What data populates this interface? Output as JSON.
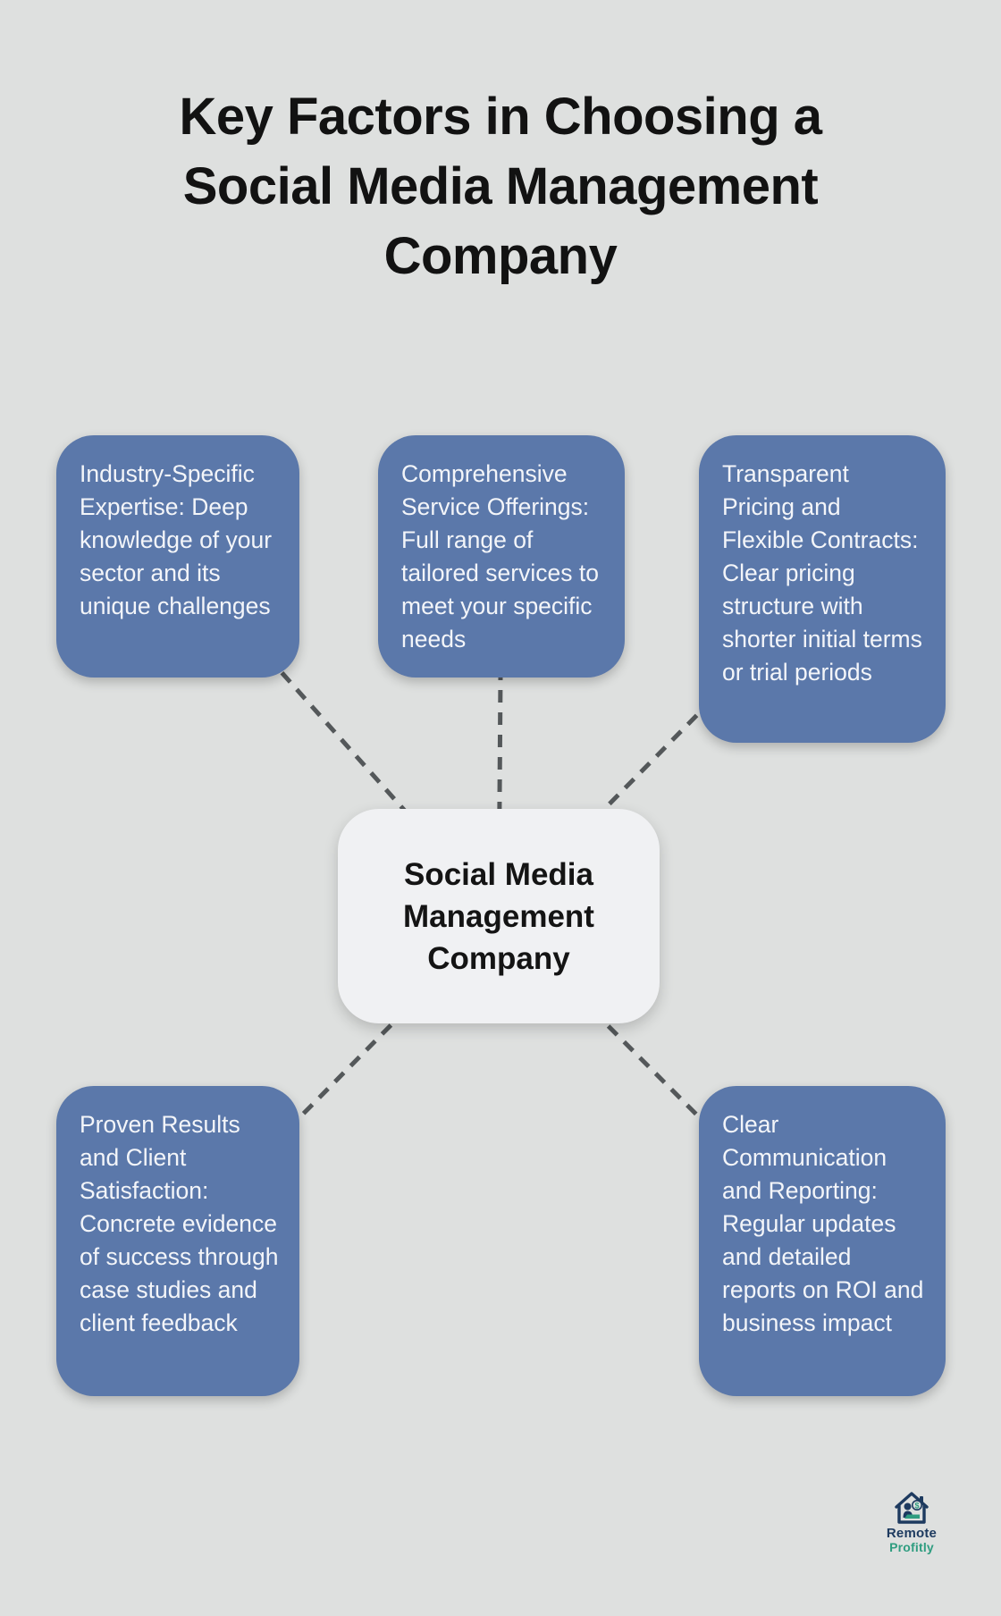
{
  "title": "Key Factors in Choosing a Social Media Management Company",
  "center": {
    "label": "Social Media Management Company"
  },
  "factors": [
    {
      "id": "industry",
      "text": "Industry-Specific Expertise: Deep knowledge of your sector and its unique challenges"
    },
    {
      "id": "services",
      "text": "Comprehensive Service Offerings: Full range of tailored services to meet your specific needs"
    },
    {
      "id": "pricing",
      "text": "Transparent Pricing and Flexible Contracts: Clear pricing structure with shorter initial terms or trial periods"
    },
    {
      "id": "results",
      "text": "Proven Results and Client Satisfaction: Concrete evidence of success through case studies and client feedback"
    },
    {
      "id": "communication",
      "text": "Clear Communication and Reporting: Regular updates and detailed reports on ROI and business impact"
    }
  ],
  "logo": {
    "line1": "Remote",
    "line2": "Profitly",
    "icon": "house-person-laptop-dollar-icon"
  },
  "colors": {
    "background": "#dee0df",
    "factor_box": "#5b78aa",
    "factor_text": "#f3f5f9",
    "center_box": "#f0f1f3",
    "center_text": "#141414",
    "title_text": "#121212",
    "connector": "#54585a",
    "logo_navy": "#1d3a5f",
    "logo_teal": "#2f9d80"
  }
}
